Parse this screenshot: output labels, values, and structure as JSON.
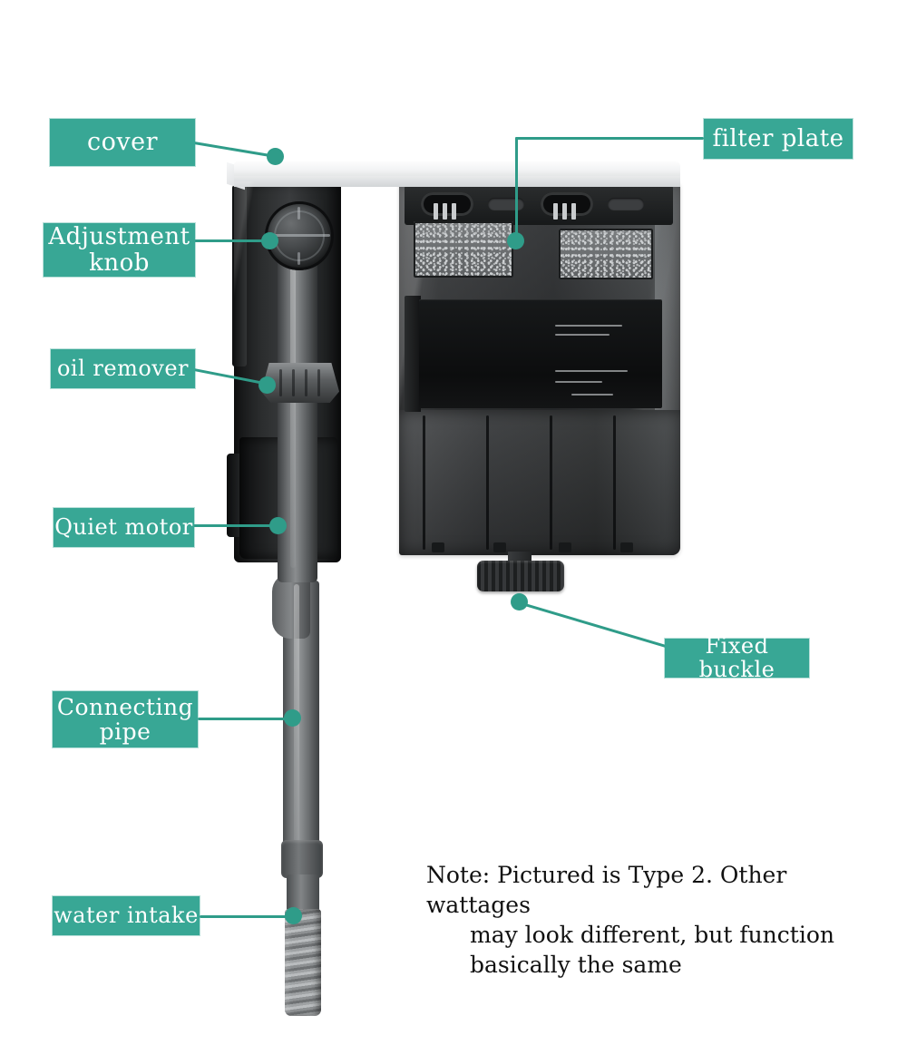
{
  "diagram": {
    "title": "Hang-on-back aquarium filter labelled parts diagram",
    "accent_color": "#38a795",
    "line_color": "#2f9c89",
    "background_color": "#ffffff",
    "labels": [
      {
        "id": "cover",
        "text": "cover"
      },
      {
        "id": "adjustment-knob",
        "text": "Adjustment\nknob"
      },
      {
        "id": "oil-remover",
        "text": "oil remover"
      },
      {
        "id": "quiet-motor",
        "text": "Quiet motor"
      },
      {
        "id": "connecting-pipe",
        "text": "Connecting\npipe"
      },
      {
        "id": "water-intake",
        "text": "water intake"
      },
      {
        "id": "filter-plate",
        "text": "filter plate"
      },
      {
        "id": "fixed-buckle",
        "text": "Fixed buckle"
      }
    ],
    "note": {
      "line1": "Note: Pictured is Type 2. Other wattages",
      "line2": "may look different, but function",
      "line3": "basically the same"
    }
  }
}
